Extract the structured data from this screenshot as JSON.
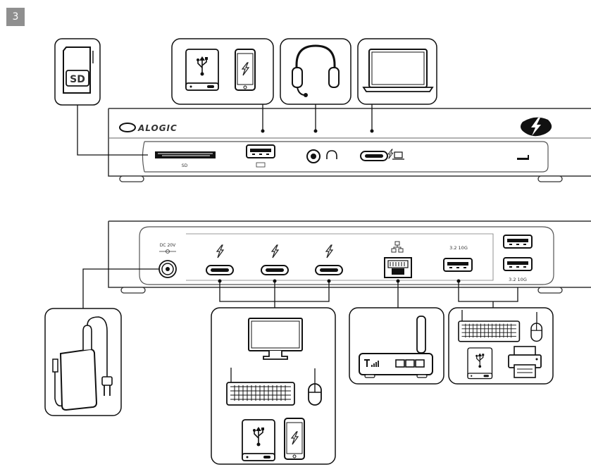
{
  "step_number": "3",
  "front_panel": {
    "brand": "ALOGIC",
    "sd_label": "SD",
    "sd_card_text": "SD"
  },
  "rear_panel": {
    "dc_label": "DC 20V",
    "usb_upper_label": "3.2 10G",
    "usb_lower_label": "3.2 10G"
  }
}
